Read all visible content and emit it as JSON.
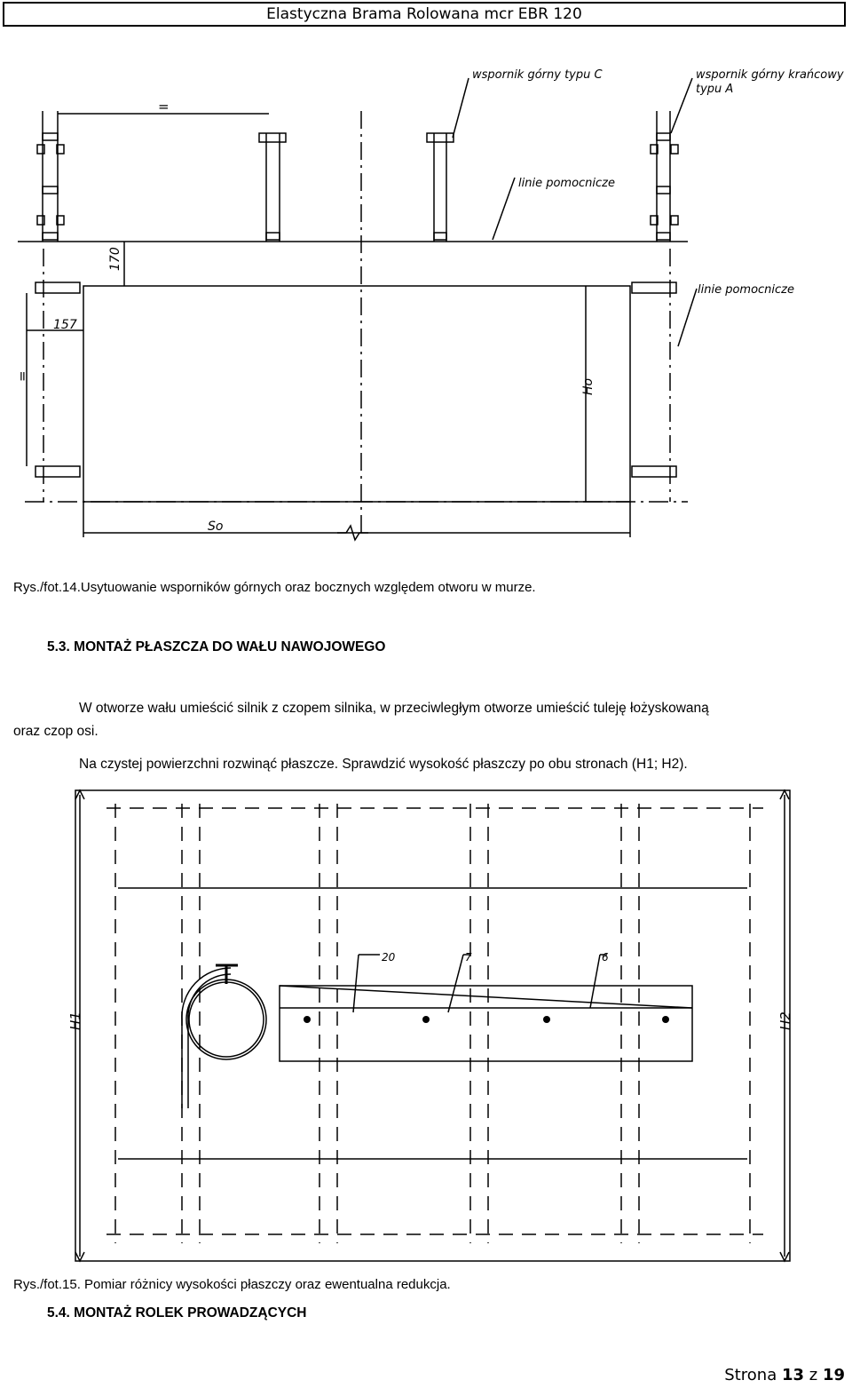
{
  "header": {
    "title": "Elastyczna Brama Rolowana mcr EBR 120"
  },
  "figure14": {
    "labels": {
      "bracket_top_c": "wspornik górny typu C",
      "bracket_top_end_line1": "wspornik górny krańcowy",
      "bracket_top_end_line2": "typu A",
      "aux_lines_1": "linie pomocnicze",
      "aux_lines_2": "linie pomocnicze",
      "dim_equal_top": "=",
      "dim_equal_left": "=",
      "dim_170": "170",
      "dim_157": "157",
      "dim_ho": "Ho",
      "dim_so": "So"
    },
    "caption": "Rys./fot.14.Usytuowanie wsporników górnych oraz bocznych względem otworu w murze."
  },
  "section_53": {
    "heading": "5.3. MONTAŻ PŁASZCZA DO WAŁU NAWOJOWEGO",
    "para1_line1": "W otworze wału umieścić silnik z czopem silnika, w przeciwległym otworze umieścić tuleję łożyskowaną",
    "para1_line2": "oraz czop osi.",
    "para2": "Na czystej powierzchni rozwinąć płaszcze. Sprawdzić wysokość płaszczy po obu stronach (H1; H2)."
  },
  "figure15": {
    "labels": {
      "h1": "H1",
      "h2": "H2",
      "n20": "20",
      "n7": "7",
      "n6": "6"
    },
    "caption": "Rys./fot.15. Pomiar różnicy wysokości płaszczy oraz ewentualna redukcja."
  },
  "section_54": {
    "heading": "5.4. MONTAŻ ROLEK PROWADZĄCYCH"
  },
  "footer": {
    "prefix": "Strona ",
    "page": "13",
    "mid": " z ",
    "total": "19"
  }
}
